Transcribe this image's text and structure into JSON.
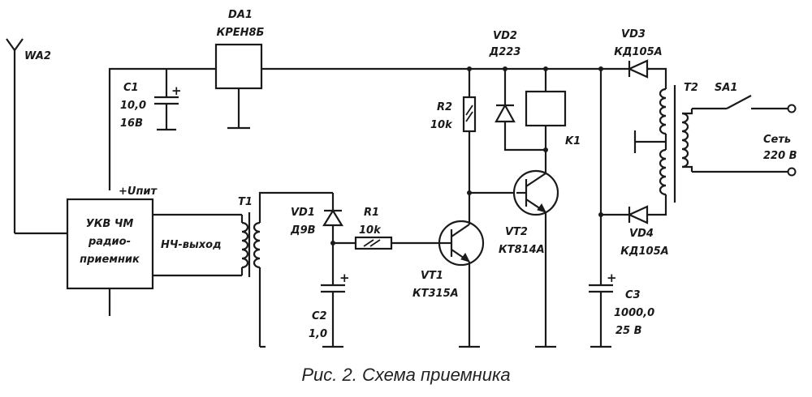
{
  "labels": {
    "antenna": "WA2",
    "da1_ref": "DA1",
    "da1_type": "КРЕН8Б",
    "c1_ref": "C1",
    "c1_val": "10,0",
    "c1_volt": "16В",
    "unit_plus": "+Uпит",
    "receiver_l1": "УКВ ЧМ",
    "receiver_l2": "радио-",
    "receiver_l3": "приемник",
    "lf_out": "НЧ-выход",
    "t1": "T1",
    "vd1_ref": "VD1",
    "vd1_type": "Д9В",
    "r1_ref": "R1",
    "r1_val": "10k",
    "c2_ref": "C2",
    "c2_val": "1,0",
    "vt1_ref": "VT1",
    "vt1_type": "КТ315А",
    "r2_ref": "R2",
    "r2_val": "10k",
    "vd2_ref": "VD2",
    "vd2_type": "Д223",
    "k1": "K1",
    "vt2_ref": "VT2",
    "vt2_type": "КТ814А",
    "vd3_ref": "VD3",
    "vd3_type": "КД105А",
    "vd4_ref": "VD4",
    "vd4_type": "КД105А",
    "c3_ref": "C3",
    "c3_val": "1000,0",
    "c3_volt": "25 В",
    "t2": "T2",
    "sa1": "SA1",
    "mains_l1": "Сеть",
    "mains_l2": "220 В",
    "plus": "+"
  },
  "caption": "Рис. 2. Схема приемника"
}
